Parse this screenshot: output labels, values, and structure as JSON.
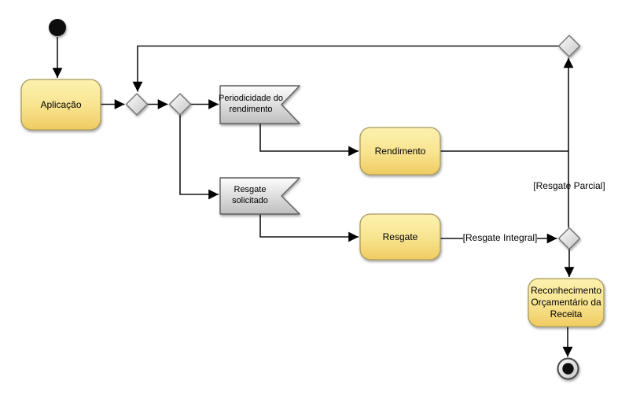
{
  "diagram": {
    "nodes": {
      "aplicacao": {
        "label": "Aplicação"
      },
      "periodicidade": {
        "label": "Periodicidade do rendimento"
      },
      "rendimento": {
        "label": "Rendimento"
      },
      "resgate_solicitado": {
        "label": "Resgate solicitado"
      },
      "resgate": {
        "label": "Resgate"
      },
      "reconhecimento": {
        "label": "Reconhecimento Orçamentário da Receita"
      }
    },
    "edge_labels": {
      "resgate_integral": "[Resgate Integral]",
      "resgate_parcial": "[Resgate Parcial]"
    },
    "colors": {
      "activity_fill_top": "#FCF1AE",
      "activity_fill_mid": "#F8E592",
      "activity_fill_bottom": "#F0CB61",
      "activity_border": "#A89A5E",
      "event_fill_top": "#FDFDFD",
      "event_fill_bottom": "#BEBEBE",
      "event_border": "#5F5F5F",
      "decision_fill_top": "#FBFBFB",
      "decision_fill_bottom": "#C6C6C6",
      "decision_border": "#6E6E6E",
      "node_black": "#0B0B0B",
      "edge": "#141414"
    }
  }
}
